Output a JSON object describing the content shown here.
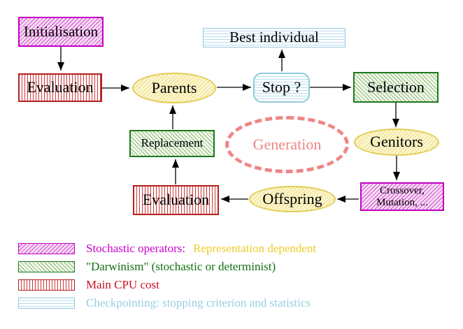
{
  "nodes": {
    "initialisation": "Initialisation",
    "evaluation_top": "Evaluation",
    "parents": "Parents",
    "best_individual": "Best individual",
    "stop": "Stop ?",
    "selection": "Selection",
    "genitors": "Genitors",
    "crossover_line1": "Crossover,",
    "crossover_line2": "Mutation, ...",
    "offspring": "Offspring",
    "evaluation_bottom": "Evaluation",
    "replacement": "Replacement",
    "generation": "Generation"
  },
  "legend": {
    "stochastic_label": "Stochastic operators:",
    "stochastic_note": "Representation dependent",
    "darwinism_label": "\"Darwinism\" (stochastic or determinist)",
    "cpu_label": "Main CPU cost",
    "checkpointing_label": "Checkpointing: stopping criterion and statistics"
  },
  "colors": {
    "magenta": "#cc00cc",
    "yellow_text": "#eecb2e",
    "green": "#107010",
    "red": "#cc1122",
    "cyan_text": "#99cde4",
    "salmon": "#ee8585",
    "yellow_fill": "#fcf6d0",
    "arrow": "#000000"
  }
}
